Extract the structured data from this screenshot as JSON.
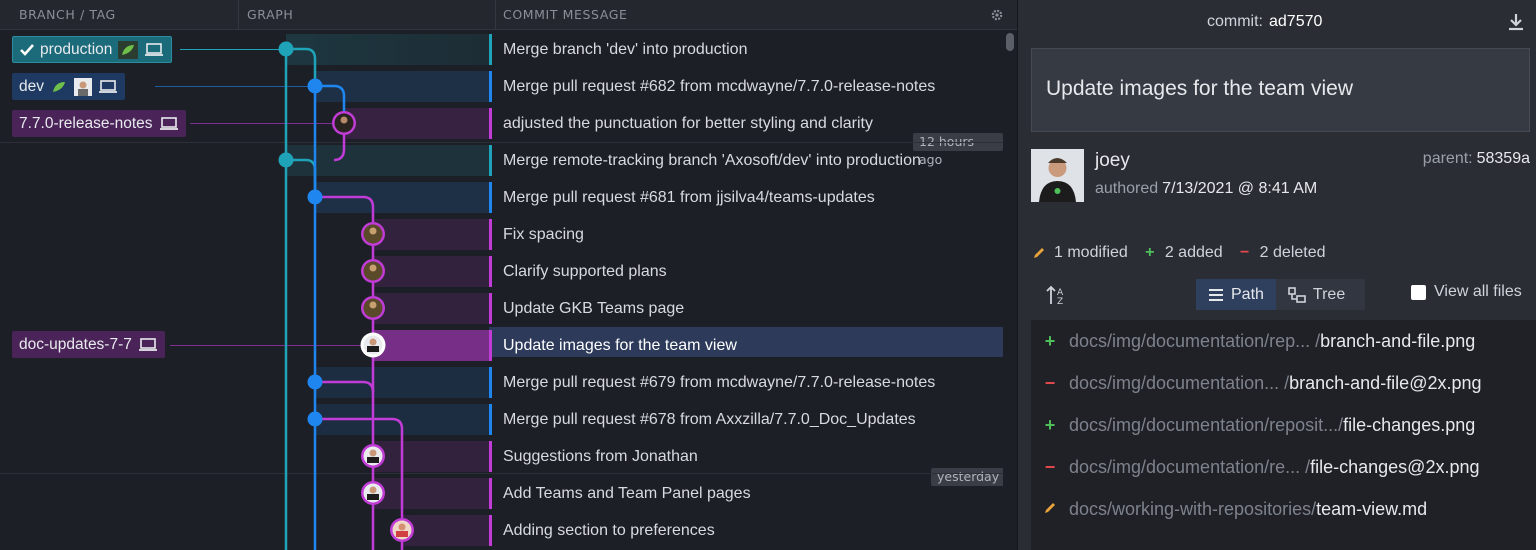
{
  "columns": {
    "branch": "BRANCH / TAG",
    "graph": "GRAPH",
    "message": "COMMIT MESSAGE"
  },
  "refs": {
    "production": "production",
    "dev": "dev",
    "release_notes": "7.7.0-release-notes",
    "doc_updates": "doc-updates-7-7"
  },
  "commits": [
    "Merge branch 'dev' into production",
    "Merge pull request #682 from mcdwayne/7.7.0-release-notes",
    "adjusted the punctuation for better styling and clarity",
    "Merge remote-tracking branch 'Axosoft/dev' into production",
    "Merge pull request #681 from jjsilva4/teams-updates",
    "Fix spacing",
    "Clarify supported plans",
    "Update GKB Teams page",
    "Update images for the team view",
    "Merge pull request #679 from mcdwayne/7.7.0-release-notes",
    "Merge pull request #678 from Axxzilla/7.7.0_Doc_Updates",
    "Suggestions from Jonathan",
    "Add Teams and Team Panel pages",
    "Adding section to preferences"
  ],
  "time_labels": {
    "recent": "12 hours ago",
    "yesterday": "yesterday"
  },
  "detail": {
    "commit_label": "commit:",
    "sha": "ad7570",
    "summary": "Update images for the team view",
    "author": "joey",
    "authored_label": "authored",
    "authored_date": "7/13/2021 @ 8:41 AM",
    "parent_label": "parent:",
    "parent_sha": "58359a",
    "stats": {
      "modified": "1 modified",
      "added": "2 added",
      "deleted": "2 deleted"
    },
    "view": {
      "path": "Path",
      "tree": "Tree",
      "view_all": "View all files"
    },
    "files": [
      {
        "status": "added",
        "dir": "docs/img/documentation/rep... /",
        "name": "branch-and-file.png"
      },
      {
        "status": "deleted",
        "dir": "docs/img/documentation... /",
        "name": "branch-and-file@2x.png"
      },
      {
        "status": "added",
        "dir": "docs/img/documentation/reposit.../",
        "name": "file-changes.png"
      },
      {
        "status": "deleted",
        "dir": "docs/img/documentation/re... /",
        "name": "file-changes@2x.png"
      },
      {
        "status": "modified",
        "dir": "docs/working-with-repositories/",
        "name": "team-view.md"
      }
    ]
  },
  "colors": {
    "teal": "#1fa3b8",
    "blue": "#1f86f0",
    "magenta": "#c13bd6",
    "added": "#4fbf5a",
    "deleted": "#e2484c",
    "modified": "#e8a33a"
  }
}
